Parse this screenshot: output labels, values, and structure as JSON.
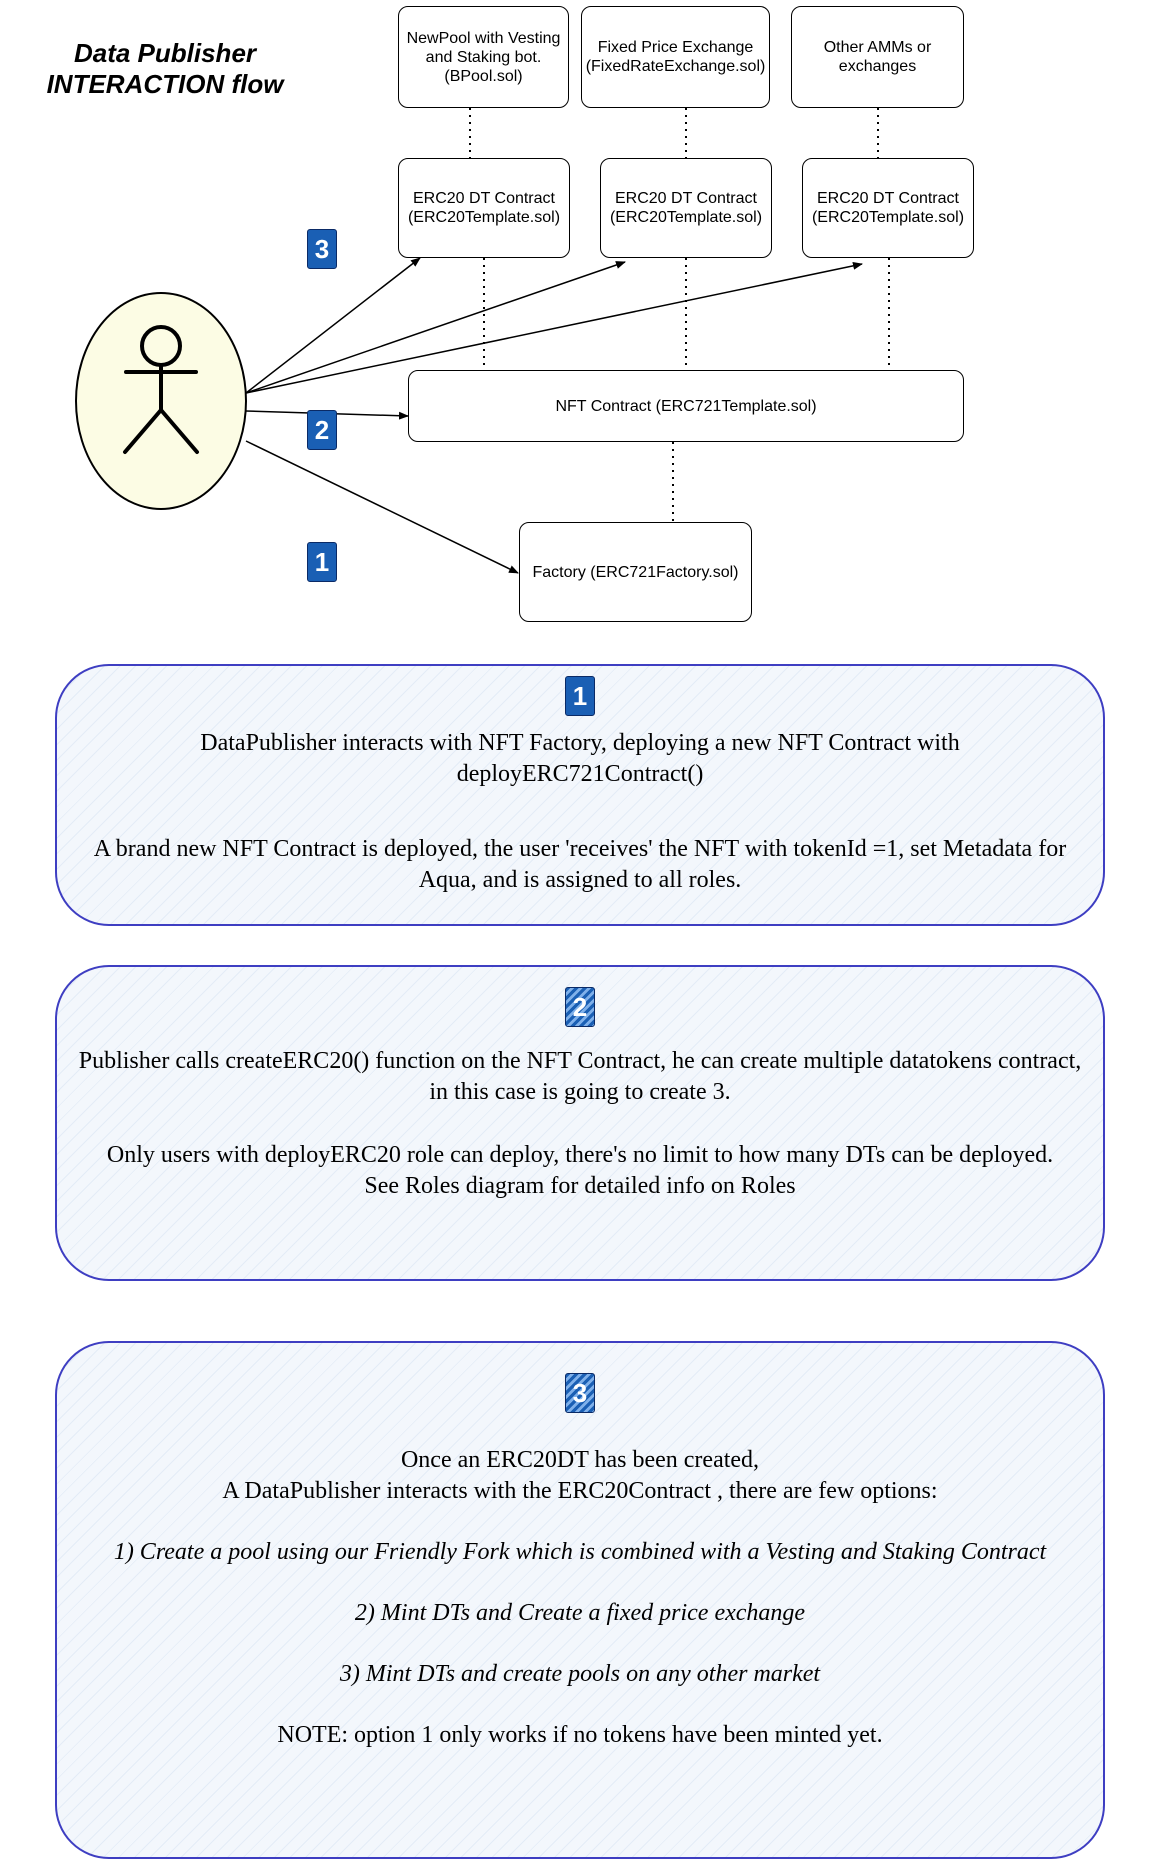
{
  "title": "Data Publisher\nINTERACTION flow",
  "boxes": {
    "bpool": "NewPool with Vesting\nand Staking bot.\n(BPool.sol)",
    "fixed_rate": "Fixed Price Exchange\n(FixedRateExchange.sol)",
    "other_amms": "Other AMMs or\nexchanges",
    "erc20_a": "ERC20 DT Contract\n(ERC20Template.sol)",
    "erc20_b": "ERC20 DT Contract\n(ERC20Template.sol)",
    "erc20_c": "ERC20 DT Contract\n(ERC20Template.sol)",
    "nft": "NFT Contract (ERC721Template.sol)",
    "factory": "Factory (ERC721Factory.sol)"
  },
  "badges": {
    "one": "1",
    "two": "2",
    "three": "3"
  },
  "panels": {
    "step1": {
      "badge": "1",
      "line1": "DataPublisher interacts with NFT Factory, deploying a new NFT Contract with\ndeployERC721Contract()",
      "line2": "A brand new NFT Contract is deployed, the user 'receives' the NFT with tokenId =1, set Metadata for\nAqua, and is assigned to all roles."
    },
    "step2": {
      "badge": "2",
      "line1": "Publisher calls createERC20() function on the NFT Contract, he can create multiple datatokens contract,\nin this case is going to create 3.",
      "line2": "Only users with deployERC20 role can deploy, there's no limit to how many DTs can be deployed.\nSee Roles diagram for detailed info on Roles"
    },
    "step3": {
      "badge": "3",
      "intro": "Once an ERC20DT has been created,\nA DataPublisher interacts with the ERC20Contract , there are few options:",
      "option1": "1) Create a pool using our Friendly Fork which is combined with a Vesting and Staking Contract",
      "option2": "2) Mint DTs and Create a fixed price exchange",
      "option3": "3) Mint DTs and create pools on any other market",
      "note": "NOTE: option 1 only works if no tokens have been minted yet."
    }
  },
  "colors": {
    "actor_fill": "#fcfce4",
    "badge_blue": "#1a5fb4",
    "panel_border": "#3e3ec2",
    "panel_fill": "#f3f7fc"
  }
}
